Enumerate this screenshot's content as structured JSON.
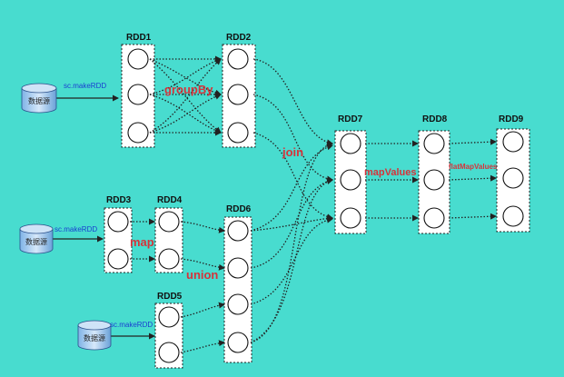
{
  "rdds": {
    "rdd1": "RDD1",
    "rdd2": "RDD2",
    "rdd3": "RDD3",
    "rdd4": "RDD4",
    "rdd5": "RDD5",
    "rdd6": "RDD6",
    "rdd7": "RDD7",
    "rdd8": "RDD8",
    "rdd9": "RDD9"
  },
  "operations": {
    "groupBy": "groupBy",
    "join": "join",
    "map": "map",
    "union": "union",
    "mapValues": "mapValues",
    "flatMapValues": "flatMapValues"
  },
  "sources": {
    "db_label": "数据源",
    "make_rdd": "sc.makeRDD"
  },
  "colors": {
    "background": "#48dccf",
    "operation_red": "#d6333a",
    "source_blue": "#1a3fd0"
  }
}
